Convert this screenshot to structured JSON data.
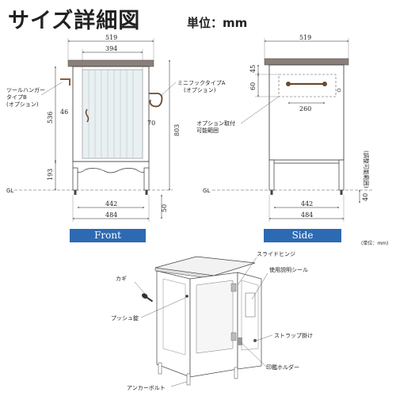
{
  "header": {
    "title": "サイズ詳細図",
    "unit": "単位：mm"
  },
  "front": {
    "label": "Front",
    "dims": {
      "top_width": "519",
      "inner_width": "394",
      "body_height": "536",
      "total_height": "803",
      "lower_height": "193",
      "hook_offset": "46",
      "hook_right": "70",
      "leg_height": "50",
      "base_inner": "442",
      "base_outer": "484"
    },
    "callouts": {
      "towel_hanger": [
        "ツールハンガー",
        "タイプB",
        "(オプション)"
      ],
      "mini_hook": [
        "ミニフックタイプA",
        "(オプション)"
      ]
    },
    "ground": "GL"
  },
  "side": {
    "label": "Side",
    "dims": {
      "top_width": "519",
      "d45": "45",
      "d60": "60",
      "hook_width": "260",
      "base_inner": "442",
      "base_outer": "484",
      "leg": "40"
    },
    "callouts": {
      "mount_area": [
        "オプション取付",
        "可能範囲"
      ],
      "adjust": "(調整可能範囲)"
    },
    "ground": "GL"
  },
  "footer_unit": "(単位：mm)",
  "parts": {
    "slide_hinge": "スライドヒンジ",
    "manual_seal": "使用説明シール",
    "key": "カギ",
    "push_lock": "プッシュ錠",
    "strap_hook": "ストラップ掛け",
    "seal_holder": "印鑑ホルダー",
    "anchor_bolt": "アンカーボルト"
  }
}
